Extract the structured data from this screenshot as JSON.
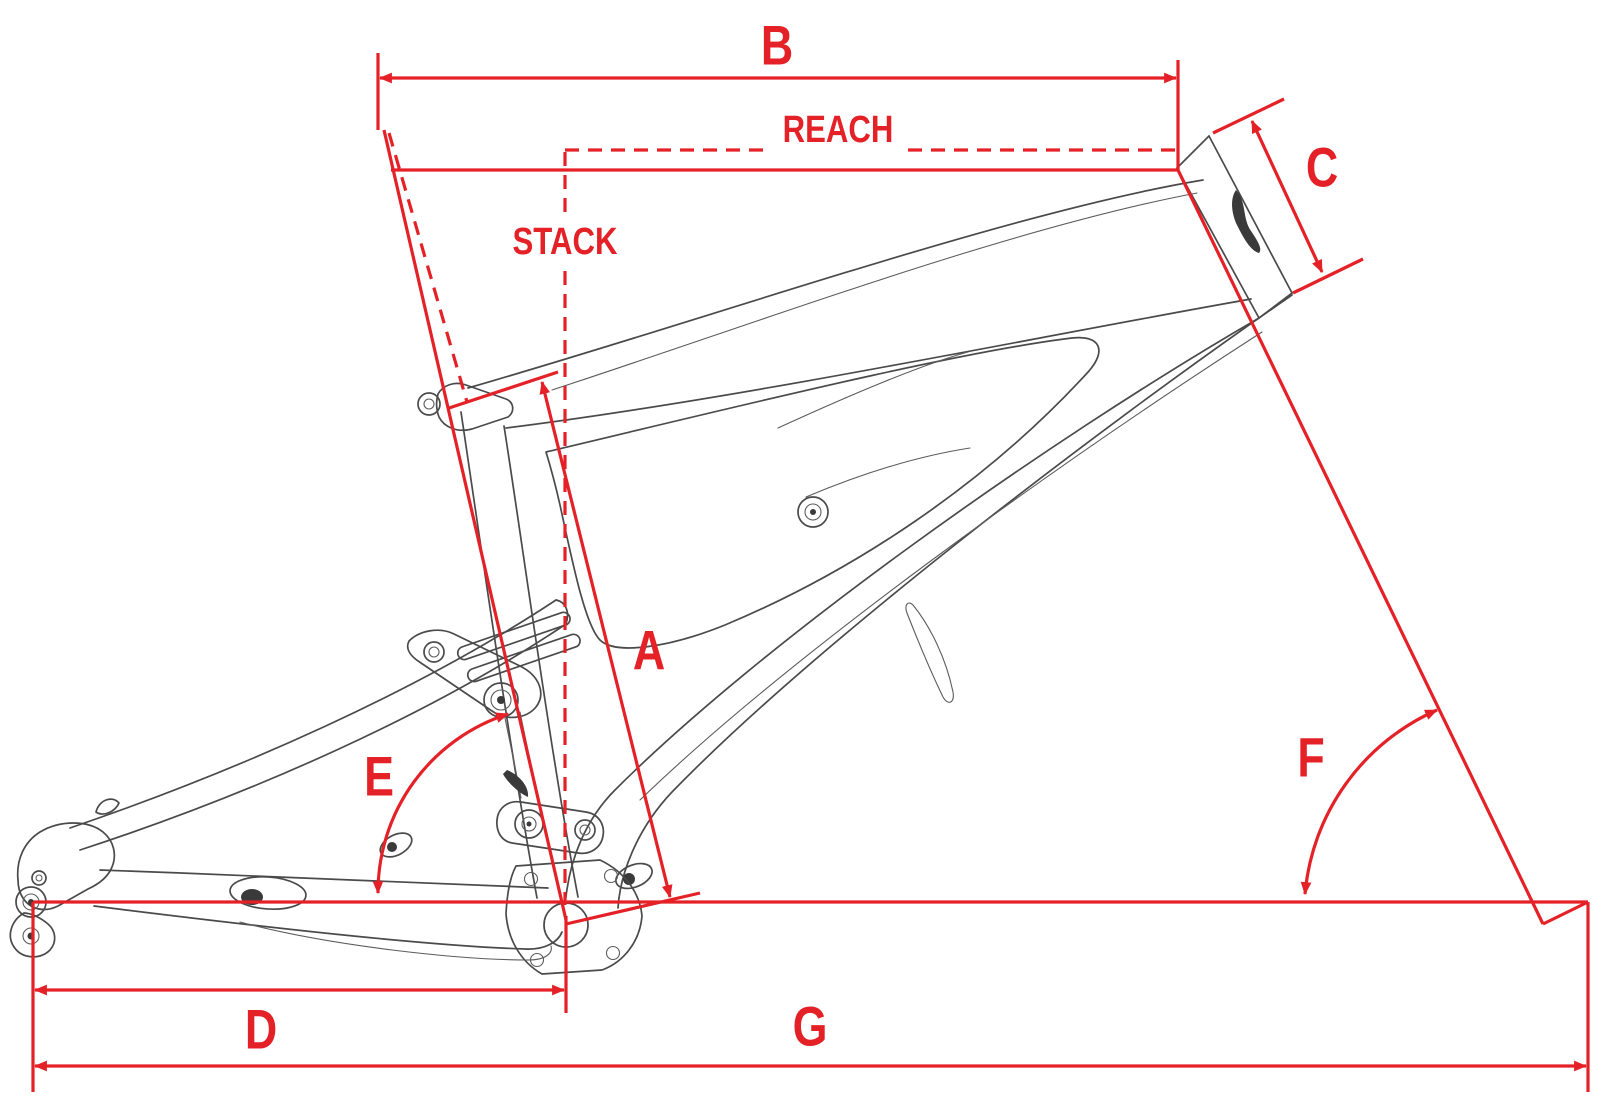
{
  "diagram": {
    "labels": {
      "a": "A",
      "b": "B",
      "c": "C",
      "d": "D",
      "e": "E",
      "f": "F",
      "g": "G"
    },
    "text_labels": {
      "reach": "REACH",
      "stack": "STACK"
    },
    "colors": {
      "dimension_red": "#e42127",
      "frame_line_gray": "#4a4a4a",
      "background": "#ffffff"
    }
  }
}
